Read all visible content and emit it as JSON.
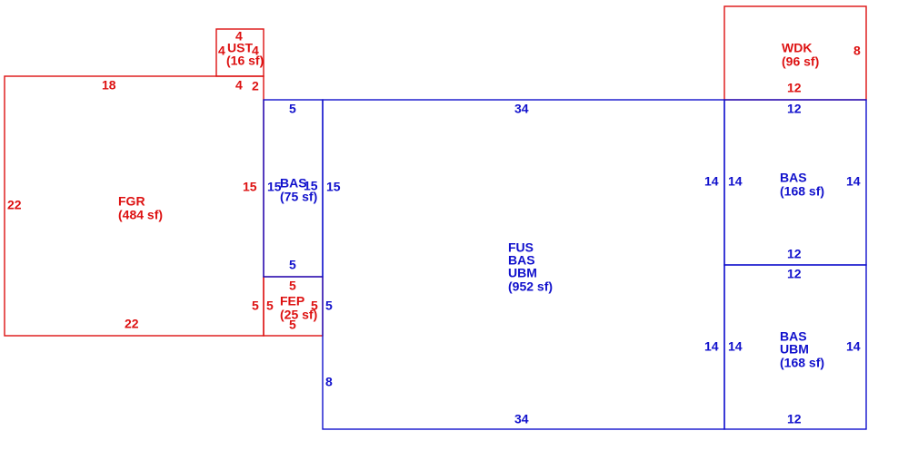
{
  "colors": {
    "red": "#dd1111",
    "blue": "#1111cc"
  },
  "areas": {
    "ust": {
      "code": "UST",
      "area": "(16 sf)"
    },
    "wdk": {
      "code": "WDK",
      "area": "(96 sf)"
    },
    "fgr": {
      "code": "FGR",
      "area": "(484 sf)"
    },
    "bas_small": {
      "code": "BAS",
      "area": "(75 sf)"
    },
    "fep": {
      "code": "FEP",
      "area": "(25 sf)"
    },
    "main": {
      "codes": [
        "FUS",
        "BAS",
        "UBM"
      ],
      "area": "(952 sf)"
    },
    "bas_right": {
      "code": "BAS",
      "area": "(168 sf)"
    },
    "bas_ubm": {
      "codes": [
        "BAS",
        "UBM"
      ],
      "area": "(168 sf)"
    }
  },
  "dims": {
    "ust": {
      "top": "4",
      "left": "4",
      "right": "4",
      "bottom": "4",
      "side": "2"
    },
    "wdk": {
      "right": "8",
      "bottom": "12"
    },
    "fgr": {
      "top": "18",
      "left": "22",
      "right": "15",
      "bottom": "22"
    },
    "bas_small": {
      "top": "5",
      "left": "15",
      "right": "15",
      "right_outer": "15",
      "bottom": "5"
    },
    "fep": {
      "top": "5",
      "left_outer": "5",
      "left": "5",
      "right": "5",
      "right_outer": "5",
      "bottom": "5"
    },
    "main": {
      "top": "34",
      "right": "14",
      "right2": "14",
      "left": "8",
      "bottom": "34"
    },
    "bas_right": {
      "top": "12",
      "left": "14",
      "right": "14",
      "bottom": "12"
    },
    "bas_ubm": {
      "top": "12",
      "left": "14",
      "right": "14",
      "bottom": "12"
    }
  }
}
